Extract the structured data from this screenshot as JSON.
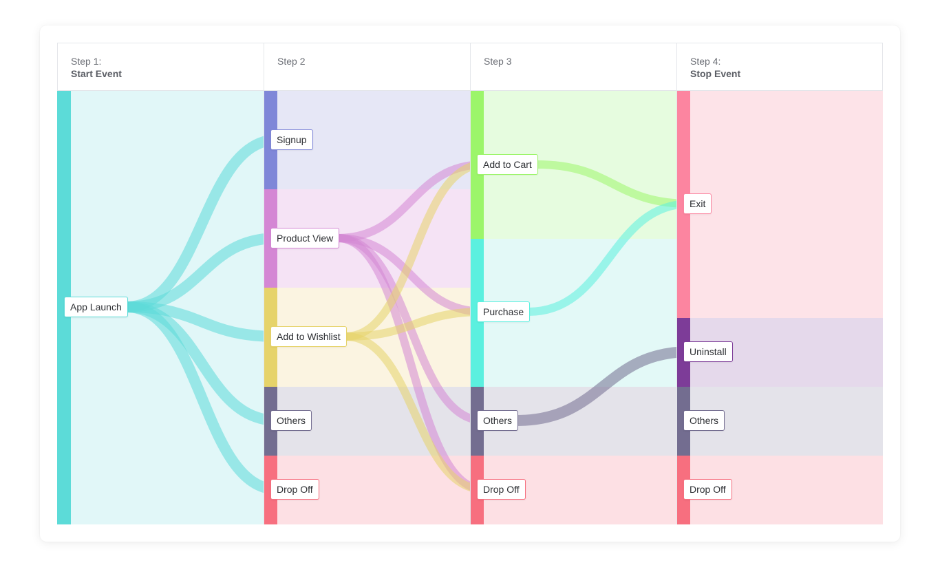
{
  "columns": [
    {
      "title": "Step 1:",
      "subtitle": "Start Event"
    },
    {
      "title": "Step 2",
      "subtitle": ""
    },
    {
      "title": "Step 3",
      "subtitle": ""
    },
    {
      "title": "Step 4:",
      "subtitle": "Stop Event"
    }
  ],
  "chart_data": {
    "type": "sankey",
    "nodes": [
      {
        "id": "app_launch",
        "label": "App Launch",
        "step": 1,
        "color": "#5cdbd8",
        "bg": "#e1f7f8"
      },
      {
        "id": "signup",
        "label": "Signup",
        "step": 2,
        "color": "#7f87d8",
        "bg": "#e6e7f6"
      },
      {
        "id": "product_view",
        "label": "Product View",
        "step": 2,
        "color": "#d487d4",
        "bg": "#f5e3f5"
      },
      {
        "id": "add_to_wishlist",
        "label": "Add to Wishlist",
        "step": 2,
        "color": "#e6d36a",
        "bg": "#fbf4e1"
      },
      {
        "id": "others_2",
        "label": "Others",
        "step": 2,
        "color": "#736d90",
        "bg": "#e4e3ea"
      },
      {
        "id": "drop_off_2",
        "label": "Drop Off",
        "step": 2,
        "color": "#f76f7f",
        "bg": "#fde0e4"
      },
      {
        "id": "add_to_cart",
        "label": "Add to Cart",
        "step": 3,
        "color": "#9cf56a",
        "bg": "#e6fcdf"
      },
      {
        "id": "purchase",
        "label": "Purchase",
        "step": 3,
        "color": "#5bf0df",
        "bg": "#e3f9f7"
      },
      {
        "id": "others_3",
        "label": "Others",
        "step": 3,
        "color": "#736d90",
        "bg": "#e4e3ea"
      },
      {
        "id": "drop_off_3",
        "label": "Drop Off",
        "step": 3,
        "color": "#f76f7f",
        "bg": "#fde0e4"
      },
      {
        "id": "exit",
        "label": "Exit",
        "step": 4,
        "color": "#fc85a0",
        "bg": "#fde3e8"
      },
      {
        "id": "uninstall",
        "label": "Uninstall",
        "step": 4,
        "color": "#7d3c98",
        "bg": "#e5d9eb"
      },
      {
        "id": "others_4",
        "label": "Others",
        "step": 4,
        "color": "#736d90",
        "bg": "#e4e3ea"
      },
      {
        "id": "drop_off_4",
        "label": "Drop Off",
        "step": 4,
        "color": "#f76f7f",
        "bg": "#fde0e4"
      }
    ],
    "links": [
      {
        "source": "app_launch",
        "target": "signup",
        "value": 1
      },
      {
        "source": "app_launch",
        "target": "product_view",
        "value": 1
      },
      {
        "source": "app_launch",
        "target": "add_to_wishlist",
        "value": 1
      },
      {
        "source": "app_launch",
        "target": "others_2",
        "value": 1
      },
      {
        "source": "app_launch",
        "target": "drop_off_2",
        "value": 1
      },
      {
        "source": "product_view",
        "target": "add_to_cart",
        "value": 1
      },
      {
        "source": "product_view",
        "target": "purchase",
        "value": 1
      },
      {
        "source": "product_view",
        "target": "others_3",
        "value": 1
      },
      {
        "source": "product_view",
        "target": "drop_off_3",
        "value": 1
      },
      {
        "source": "add_to_wishlist",
        "target": "add_to_cart",
        "value": 1
      },
      {
        "source": "add_to_wishlist",
        "target": "purchase",
        "value": 1
      },
      {
        "source": "add_to_wishlist",
        "target": "drop_off_3",
        "value": 1
      },
      {
        "source": "add_to_cart",
        "target": "exit",
        "value": 1
      },
      {
        "source": "purchase",
        "target": "exit",
        "value": 1
      },
      {
        "source": "others_3",
        "target": "uninstall",
        "value": 1
      }
    ]
  }
}
